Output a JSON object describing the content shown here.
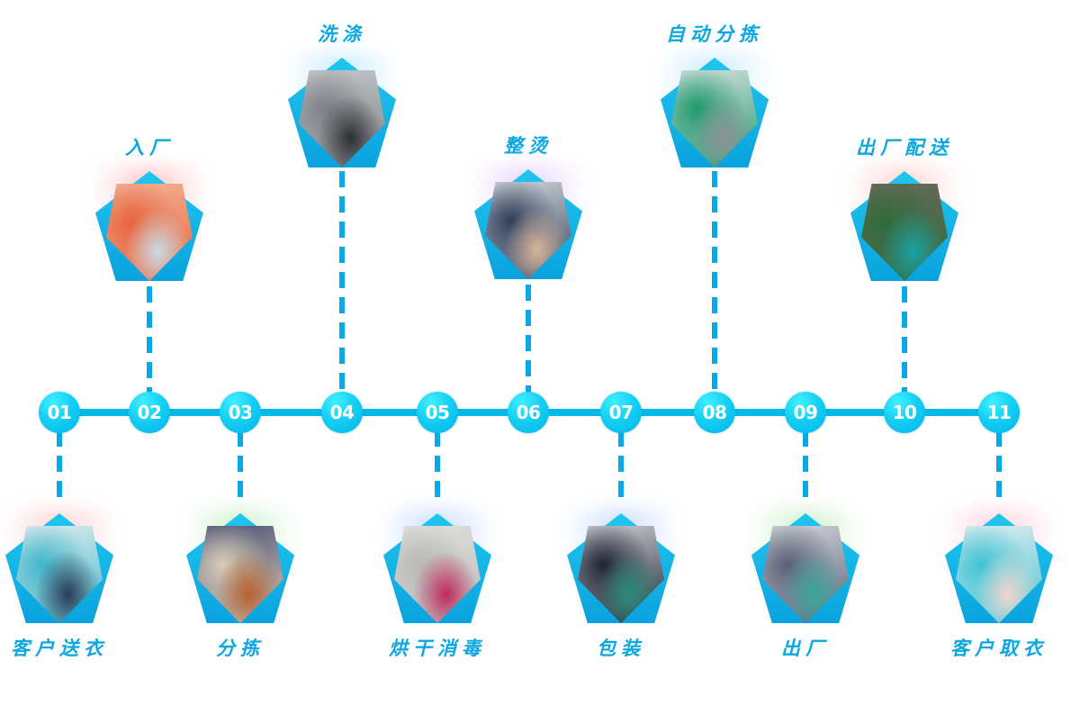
{
  "diagram": {
    "title": "",
    "accent_color": "#02b9e9",
    "label_color": "#0aa7e2",
    "steps": [
      {
        "number": "01",
        "label": "客户送衣",
        "position": "below",
        "photo": "front-desk-receiving-clothes",
        "glow": "#ffb3b3"
      },
      {
        "number": "02",
        "label": "入厂",
        "position": "above",
        "photo": "orange-fabric",
        "glow": "#ff9a9a"
      },
      {
        "number": "03",
        "label": "分拣",
        "position": "below",
        "photo": "workers-sorting-garments",
        "glow": "#a8e6a8"
      },
      {
        "number": "04",
        "label": "洗涤",
        "position": "above",
        "photo": "industrial-washing-machine",
        "glow": "#9fdcff"
      },
      {
        "number": "05",
        "label": "烘干消毒",
        "position": "below",
        "photo": "secomatic-dryer",
        "glow": "#9fc4ff"
      },
      {
        "number": "06",
        "label": "整烫",
        "position": "above",
        "photo": "steam-ironing-coat",
        "glow": "#d4b3ff"
      },
      {
        "number": "07",
        "label": "包装",
        "position": "below",
        "photo": "bagged-garment",
        "glow": "#9fc4ff"
      },
      {
        "number": "08",
        "label": "自动分拣",
        "position": "above",
        "photo": "automated-garment-conveyor",
        "glow": "#9fdcff"
      },
      {
        "number": "09",
        "label": "出厂",
        "position": "below",
        "photo": "garment-racks-outside",
        "glow": "#a8e6a8"
      },
      {
        "number": "10",
        "label": "出厂配送",
        "position": "above",
        "photo": "delivery-vans-road",
        "glow": "#ffb3b3"
      },
      {
        "number": "11",
        "label": "客户取衣",
        "position": "below",
        "photo": "customer-pickup",
        "glow": "#ffb3c6"
      }
    ],
    "photo_palette": {
      "front-desk-receiving-clothes": [
        "#e9eef0",
        "#3fb7c9",
        "#2b3a55"
      ],
      "orange-fabric": [
        "#f3b79a",
        "#e8643f",
        "#c9dbe6"
      ],
      "workers-sorting-garments": [
        "#4a4f73",
        "#d9cdb8",
        "#b8622e"
      ],
      "industrial-washing-machine": [
        "#c9ccd0",
        "#7d8185",
        "#2d2f33"
      ],
      "secomatic-dryer": [
        "#e2e3e1",
        "#b8b9b6",
        "#c02a5c"
      ],
      "steam-ironing-coat": [
        "#d8dde2",
        "#2f3e59",
        "#d8b49a"
      ],
      "bagged-garment": [
        "#d3d6d8",
        "#1e2233",
        "#2a8c7a"
      ],
      "automated-garment-conveyor": [
        "#dfe3e4",
        "#1d9a6c",
        "#8c9196"
      ],
      "garment-racks-outside": [
        "#d7d9dc",
        "#5a6177",
        "#3aa59b"
      ],
      "delivery-vans-road": [
        "#6b6a5a",
        "#2f6b3a",
        "#19a1a0"
      ],
      "customer-pickup": [
        "#eceeef",
        "#3ec4d4",
        "#f1d6d0"
      ]
    }
  }
}
